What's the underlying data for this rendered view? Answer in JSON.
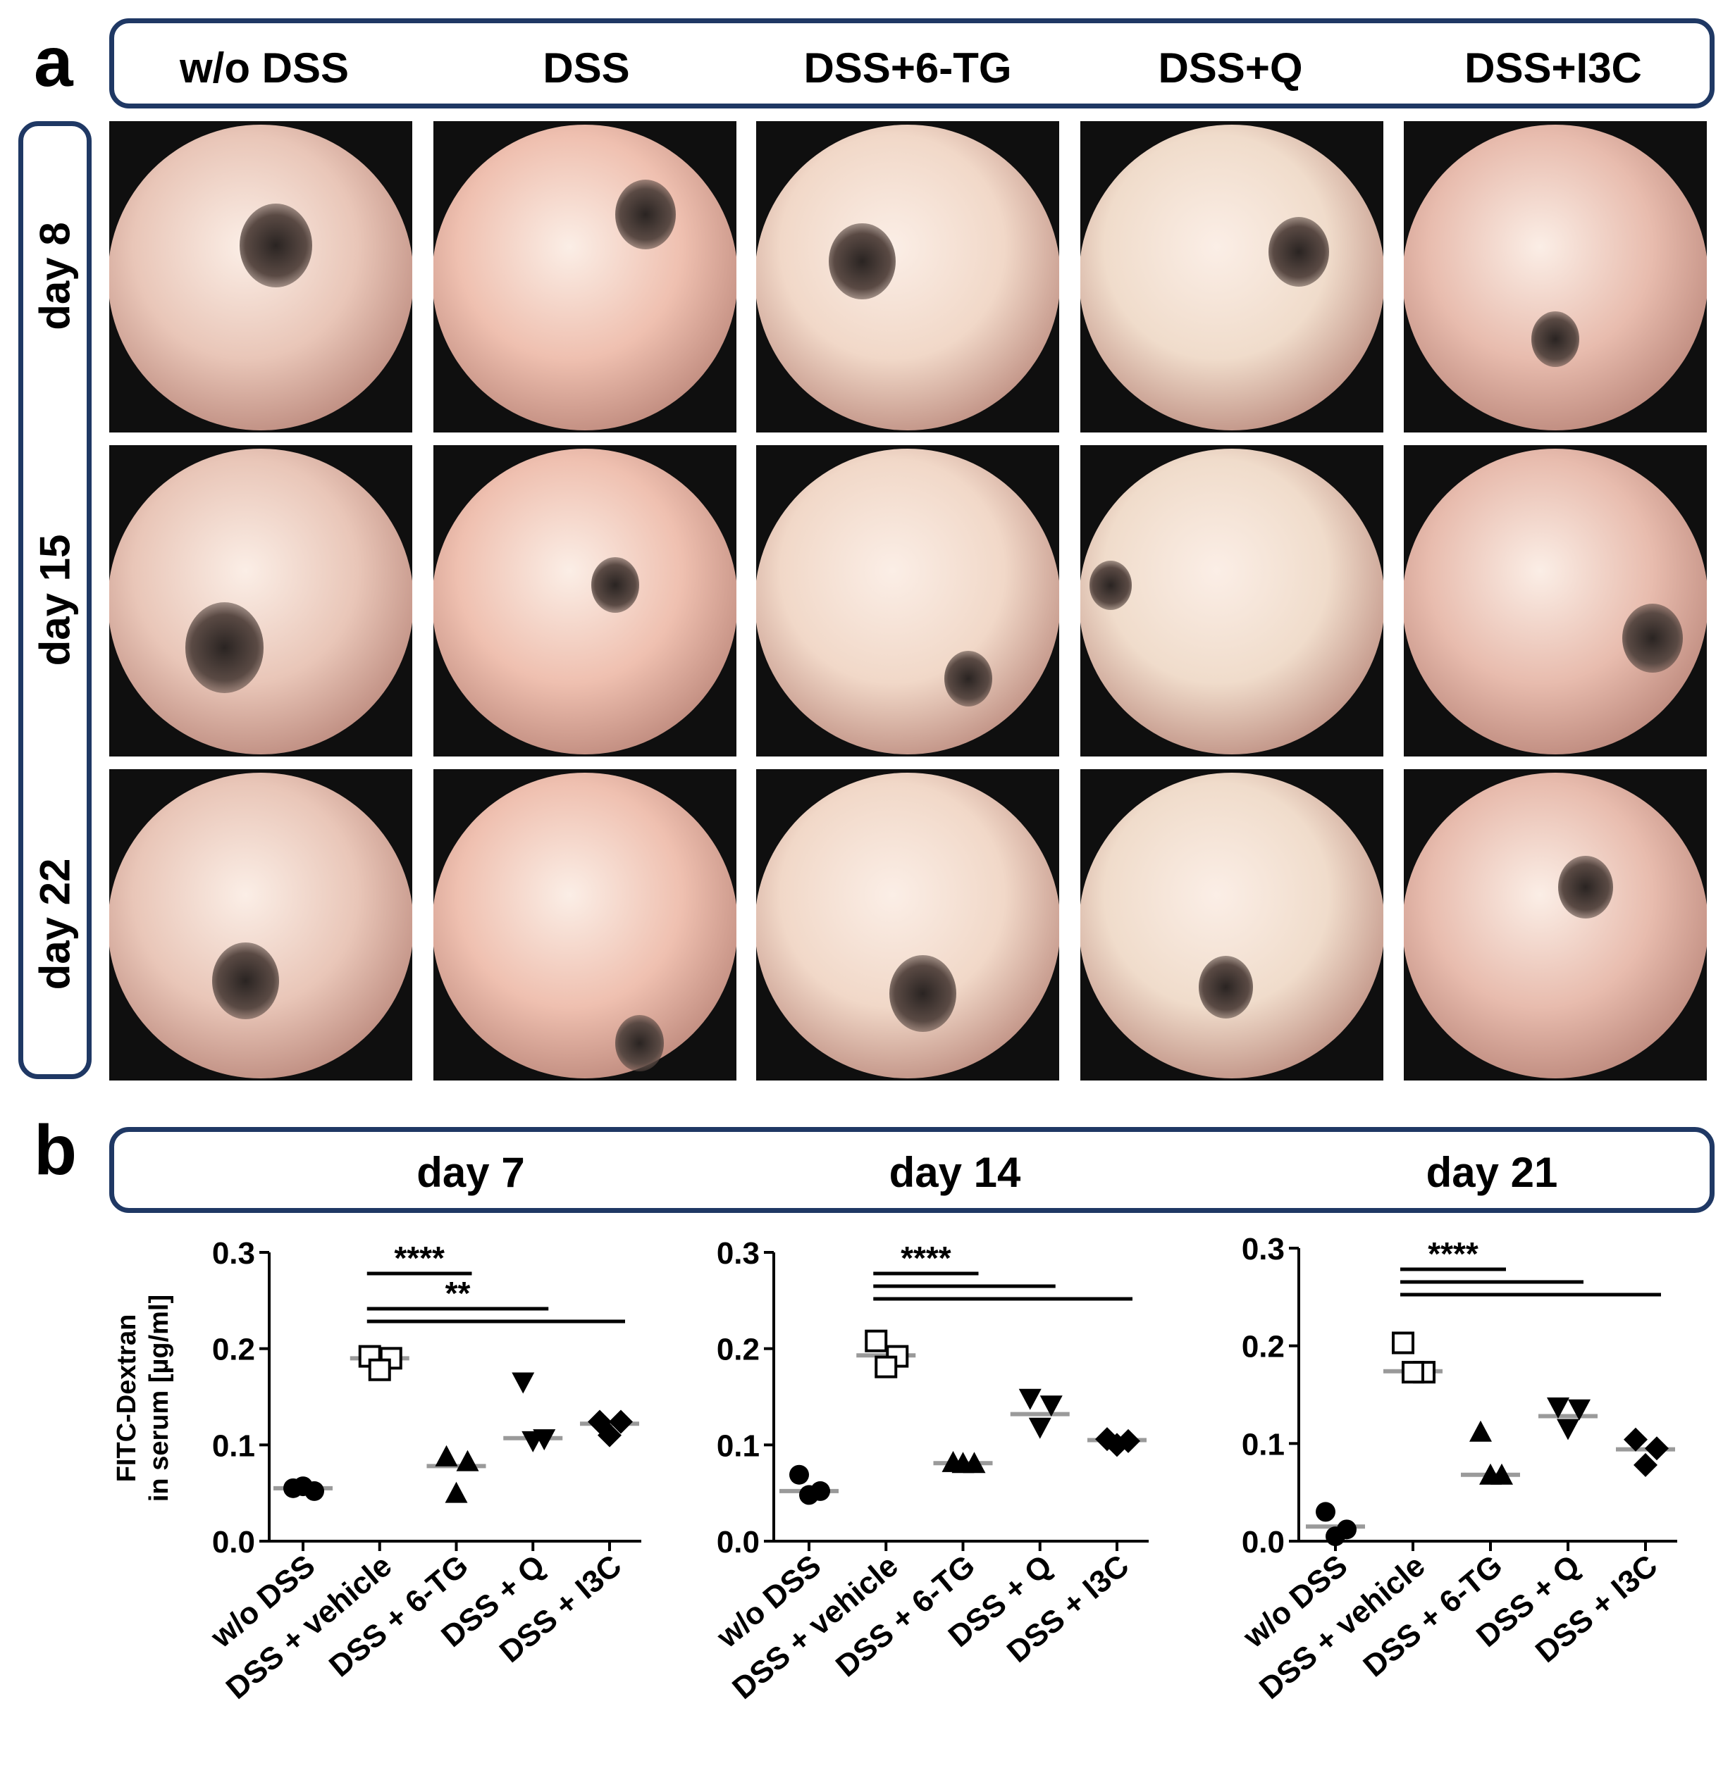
{
  "panel_a": {
    "letter": "a",
    "columns": [
      "w/o DSS",
      "DSS",
      "DSS+6-TG",
      "DSS+Q",
      "DSS+I3C"
    ],
    "rows": [
      "day 8",
      "day 15",
      "day 22"
    ]
  },
  "panel_b": {
    "letter": "b",
    "days": [
      "day 7",
      "day 14",
      "day 21"
    ]
  },
  "chart_data": [
    {
      "type": "scatter",
      "title": "day 7",
      "ylabel": "FITC-Dextran in serum [µg/ml]",
      "ylim": [
        0.0,
        0.3
      ],
      "yticks": [
        "0.0",
        "0.1",
        "0.2",
        "0.3"
      ],
      "categories": [
        "w/o DSS",
        "DSS + vehicle",
        "DSS + 6-TG",
        "DSS + Q",
        "DSS + I3C"
      ],
      "series": [
        {
          "category": "w/o DSS",
          "marker": "circle-filled",
          "points": [
            0.055,
            0.052,
            0.057
          ],
          "mean": 0.055
        },
        {
          "category": "DSS + vehicle",
          "marker": "square-open",
          "points": [
            0.192,
            0.19,
            0.178
          ],
          "mean": 0.19
        },
        {
          "category": "DSS + 6-TG",
          "marker": "triangle-up-filled",
          "points": [
            0.088,
            0.083,
            0.05
          ],
          "mean": 0.078
        },
        {
          "category": "DSS + Q",
          "marker": "triangle-down-filled",
          "points": [
            0.165,
            0.106,
            0.104
          ],
          "mean": 0.107
        },
        {
          "category": "DSS + I3C",
          "marker": "diamond-filled",
          "points": [
            0.124,
            0.124,
            0.11
          ],
          "mean": 0.122
        }
      ],
      "significance": [
        {
          "label": "****",
          "to": "DSS + 6-TG"
        },
        {
          "label": "**",
          "to": "DSS + Q"
        },
        {
          "label": "",
          "to": "DSS + I3C"
        }
      ]
    },
    {
      "type": "scatter",
      "title": "day 14",
      "ylim": [
        0.0,
        0.3
      ],
      "yticks": [
        "0.0",
        "0.1",
        "0.2",
        "0.3"
      ],
      "categories": [
        "w/o DSS",
        "DSS + vehicle",
        "DSS + 6-TG",
        "DSS + Q",
        "DSS + I3C"
      ],
      "series": [
        {
          "category": "w/o DSS",
          "marker": "circle-filled",
          "points": [
            0.069,
            0.052,
            0.048
          ],
          "mean": 0.052
        },
        {
          "category": "DSS + vehicle",
          "marker": "square-open",
          "points": [
            0.208,
            0.192,
            0.181
          ],
          "mean": 0.193
        },
        {
          "category": "DSS + 6-TG",
          "marker": "triangle-up-filled",
          "points": [
            0.082,
            0.081,
            0.081
          ],
          "mean": 0.081
        },
        {
          "category": "DSS + Q",
          "marker": "triangle-down-filled",
          "points": [
            0.148,
            0.141,
            0.118
          ],
          "mean": 0.132
        },
        {
          "category": "DSS + I3C",
          "marker": "diamond-filled",
          "points": [
            0.106,
            0.104,
            0.1
          ],
          "mean": 0.105
        }
      ],
      "significance": [
        {
          "label": "****",
          "to": "DSS + 6-TG"
        },
        {
          "label": "",
          "to": "DSS + Q"
        },
        {
          "label": "",
          "to": "DSS + I3C"
        }
      ]
    },
    {
      "type": "scatter",
      "title": "day 21",
      "ylim": [
        0.0,
        0.3
      ],
      "yticks": [
        "0.0",
        "0.1",
        "0.2",
        "0.3"
      ],
      "categories": [
        "w/o DSS",
        "DSS + vehicle",
        "DSS + 6-TG",
        "DSS + Q",
        "DSS + I3C"
      ],
      "series": [
        {
          "category": "w/o DSS",
          "marker": "circle-filled",
          "points": [
            0.03,
            0.012,
            0.005
          ],
          "mean": 0.015
        },
        {
          "category": "DSS + vehicle",
          "marker": "square-open",
          "points": [
            0.203,
            0.173,
            0.173
          ],
          "mean": 0.174
        },
        {
          "category": "DSS + 6-TG",
          "marker": "triangle-up-filled",
          "points": [
            0.112,
            0.068,
            0.068
          ],
          "mean": 0.068
        },
        {
          "category": "DSS + Q",
          "marker": "triangle-down-filled",
          "points": [
            0.137,
            0.135,
            0.115
          ],
          "mean": 0.128
        },
        {
          "category": "DSS + I3C",
          "marker": "diamond-filled",
          "points": [
            0.104,
            0.095,
            0.078
          ],
          "mean": 0.094
        }
      ],
      "significance": [
        {
          "label": "****",
          "to": "DSS + 6-TG"
        },
        {
          "label": "",
          "to": "DSS + Q"
        },
        {
          "label": "",
          "to": "DSS + I3C"
        }
      ]
    }
  ]
}
